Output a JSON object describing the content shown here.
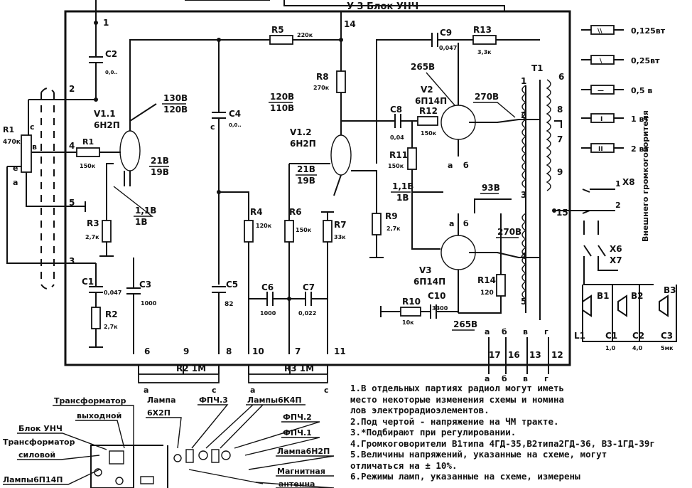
{
  "header": {
    "block_title": "У 3 Блок УНЧ"
  },
  "nodes": [
    "1",
    "2",
    "3",
    "4",
    "5",
    "6",
    "7",
    "8",
    "9",
    "10",
    "11",
    "12",
    "13",
    "14",
    "15",
    "16",
    "17"
  ],
  "components": {
    "R1_pot": "R1",
    "R1_pot_val": "470к",
    "R1": "R1",
    "R1_val": "150к",
    "R2": "R2",
    "R2_val": "2,7к",
    "R3": "R3",
    "R3_val": "2,7к",
    "R4": "R4",
    "R4_val": "120к",
    "R5": "R5",
    "R5_val": "220к",
    "R6": "R6",
    "R6_val": "150к",
    "R7": "R7",
    "R7_val": "33к",
    "R8": "R8",
    "R8_val": "270к",
    "R9": "R9",
    "R9_val": "2,7к",
    "R10": "R10",
    "R10_val": "10к",
    "R11": "R11",
    "R11_val": "150к",
    "R12": "R12",
    "R12_val": "150к",
    "R13": "R13",
    "R13_val": "3,3к",
    "R14": "R14",
    "R14_val": "120",
    "C1": "C1",
    "C1_val": "0,047",
    "C2": "C2",
    "C2_val": "0,0..",
    "C3": "C3",
    "C3_val": "1000",
    "C4": "C4",
    "C4_val": "0,0..",
    "C5": "C5",
    "C5_val": "82",
    "C6": "C6",
    "C6_val": "1000",
    "C7": "C7",
    "C7_val": "0,022",
    "C8": "C8",
    "C8_val": "0,04",
    "C9": "C9",
    "C9_val": "0,047",
    "C10": "C10",
    "C10_val": "3300",
    "V1_1": "V1.1",
    "V1_1_type": "6Н2П",
    "V1_2": "V1.2",
    "V1_2_type": "6Н2П",
    "V2": "V2",
    "V2_type": "6П14П",
    "V3": "V3",
    "V3_type": "6П14П",
    "T1": "Т1",
    "X6": "X6",
    "X7": "X7",
    "X8": "X8",
    "B1": "B1",
    "B2": "B2",
    "B3": "B3",
    "L1": "L1",
    "C1s": "C1",
    "C1s_val": "1,0",
    "C2s": "C2",
    "C2s_val": "4,0",
    "C3s": "C3",
    "C3s_val": "5мк",
    "R2_pot": "R2 1М",
    "R3_pot": "R3 1М",
    "ext_speaker": "Внешнего громкоговорителя"
  },
  "voltages": {
    "v1_anode": "130В",
    "v1_anode_fm": "120В",
    "v1_cath": "21В",
    "v1_cath_fm": "19В",
    "v1_grid": "1,1В",
    "v1_grid_fm": "1В",
    "v12_anode": "120В",
    "v12_anode_fm": "110В",
    "v12_cath": "21В",
    "v12_cath_fm": "19В",
    "v12_grid": "1,1В",
    "v12_grid_fm": "1В",
    "v2_anode": "265В",
    "v2_screen": "270В",
    "v3_anode": "270В",
    "v3_screen": "93В",
    "v3_cath": "265В"
  },
  "pin_labels": {
    "a": "а",
    "b": "б",
    "v": "в",
    "c": "с",
    "e": "е",
    "g": "г"
  },
  "legend": [
    {
      "label": "0,125вт"
    },
    {
      "label": "0,25вт"
    },
    {
      "label": "0,5 в"
    },
    {
      "label": "1 вт"
    },
    {
      "label": "2 вт"
    }
  ],
  "legend_marks": [
    "\\\\",
    "\\",
    "—",
    "I",
    "II"
  ],
  "layout_labels": [
    "Трансформатор",
    "выходной",
    "Блок УНЧ",
    "Трансформатор",
    "силовой",
    "Лампы6П14П",
    "Лампа",
    "6Х2П",
    "ФПЧ.3",
    "Лампы6К4П",
    "ФПЧ.2",
    "ФПЧ.1",
    "Лампа6Н2П",
    "Магнитная",
    "антенна"
  ],
  "notes": [
    "1.В отдельных партиях радиол могут иметь",
    "место некоторые изменения схемы и номина",
    "лов электрорадиоэлементов.",
    "2.Под чертой - напряжение на ЧМ тракте.",
    "3.*Подбирают при регулировании.",
    "4.Громкоговорители В1типа 4ГД-35,В2типа2ГД-36, В3-1ГД-39г",
    "5.Величины напряжений, указанные на схеме, могут",
    "отличаться на ± 10%.",
    "6.Режимы ламп, указанные на схеме, измерены"
  ]
}
